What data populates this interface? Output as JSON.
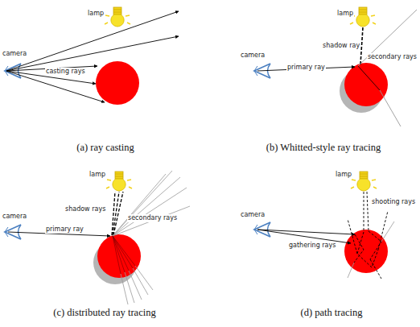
{
  "diagram": {
    "labels": [
      "lamp",
      "camera",
      "casting rays",
      "(a) ray casting",
      "lamp",
      "shadow ray",
      "camera",
      "secondary rays",
      "primary ray",
      "(b) Whitted-style ray tracing",
      "lamp",
      "shadow rays",
      "camera",
      "secondary rays",
      "primary ray",
      "(c) distributed ray tracing",
      "lamp",
      "shooting rays",
      "camera",
      "gathering rays",
      "(d) path tracing"
    ]
  }
}
